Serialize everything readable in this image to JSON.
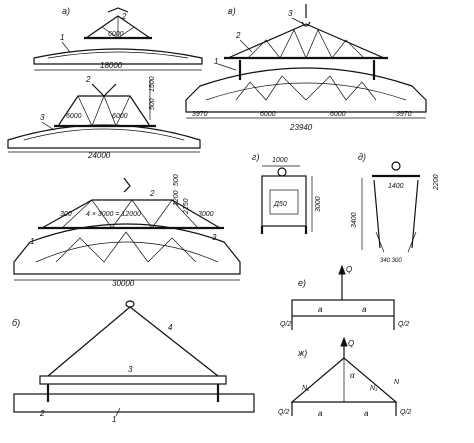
{
  "panels": {
    "a": {
      "letter": "а)",
      "dims": {
        "top": "6000",
        "span": "18000",
        "left_beam": "6000",
        "right_beam": "6000",
        "bottom": "24000"
      },
      "callouts": {
        "c1": "1",
        "c2": "2",
        "c2b": "2",
        "c3": "3"
      },
      "vertical_dims": {
        "h1": "1500",
        "h2": "500"
      }
    },
    "v": {
      "letter": "в)",
      "dims": {
        "d1": "3970",
        "d2": "6000",
        "d3": "6000",
        "d4": "3970",
        "total": "23940"
      },
      "callouts": {
        "c1": "1",
        "c2": "2",
        "c3": "3"
      }
    },
    "g": {
      "letter": "г)",
      "dims": {
        "top": "1000",
        "height": "3000",
        "inner": "Д50"
      }
    },
    "d": {
      "letter": "д)",
      "dims": {
        "top": "1400",
        "right": "2200",
        "height": "3400",
        "bottom": "340 300"
      }
    },
    "b_top": {
      "dims": {
        "h1": "500",
        "h2": "1200",
        "h3": "2150",
        "left": "300",
        "right": "3000",
        "center": "4 × 3000 = 12000",
        "bottom": "30000"
      },
      "callouts": {
        "c1": "1",
        "c2": "2",
        "c3": "3"
      }
    },
    "b": {
      "letter": "б)",
      "callouts": {
        "c1": "1",
        "c2": "2",
        "c3": "3",
        "c4": "4"
      }
    },
    "e": {
      "letter": "е)",
      "labels": {
        "q_top": "Q",
        "a_left": "a",
        "a_right": "a",
        "q_left": "Q/2",
        "q_right": "Q/2"
      }
    },
    "zh": {
      "letter": "ж)",
      "labels": {
        "q_top": "Q",
        "alpha": "α",
        "n1_left": "N₁",
        "n1_right": "N₁",
        "n_right": "N",
        "a_left": "a",
        "a_right": "a",
        "q_left": "Q/2",
        "q_right": "Q/2"
      }
    }
  }
}
